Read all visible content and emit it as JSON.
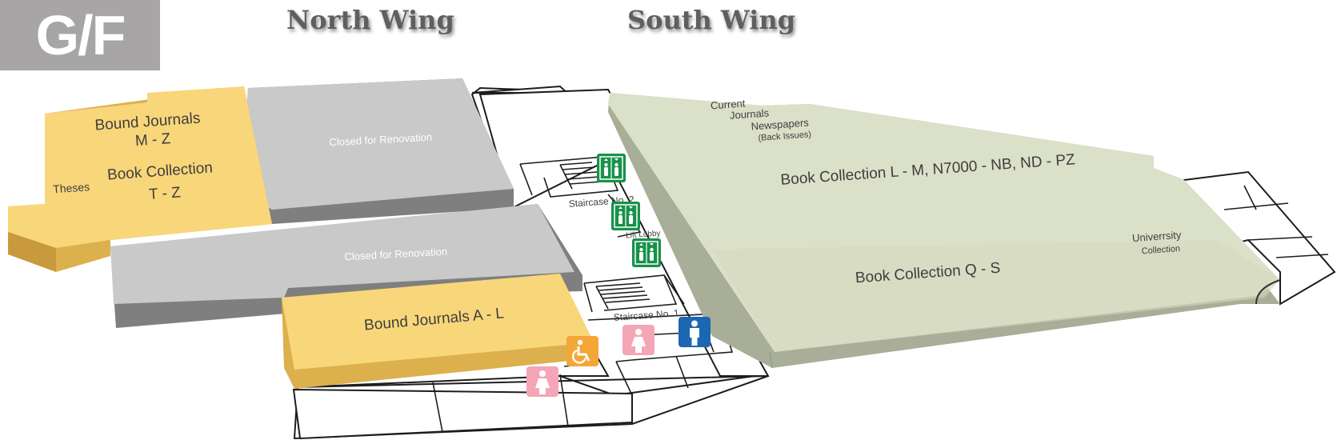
{
  "floor": "G/F",
  "wings": {
    "north": "North Wing",
    "south": "South Wing"
  },
  "areas": {
    "bound_journals_mz": [
      "Bound Journals",
      "M - Z"
    ],
    "theses": "Theses",
    "book_collection_tz": [
      "Book Collection",
      "T - Z"
    ],
    "closed_upper": "Closed for Renovation",
    "closed_lower": "Closed for Renovation",
    "bound_journals_al": "Bound Journals A - L",
    "current_journals": [
      "Current",
      "Journals"
    ],
    "newspapers": [
      "Newspapers",
      "(Back Issues)"
    ],
    "book_collection_lm": "Book Collection L - M, N7000 - NB, ND - PZ",
    "book_collection_qs": "Book Collection Q - S",
    "university_collection": [
      "Univerrsity",
      "Collection"
    ]
  },
  "labels": {
    "staircase_2": "Staircase No. 2",
    "lift_lobby": "Lift Lobby",
    "staircase_1": "Staircase No. 1"
  },
  "icons": {
    "lift": "lift-icon",
    "female_toilet": "female-toilet-icon",
    "male_toilet": "male-toilet-icon",
    "accessible_toilet": "wheelchair-icon"
  },
  "colors": {
    "journals_yellow": "#f8d67a",
    "journals_side": "#ddb04e",
    "closed_gray": "#c9c9c9",
    "closed_side": "#7f7f7f",
    "south_green": "#dbe0c8",
    "south_side": "#a8ae97",
    "lift_green": "#18924a",
    "female_pink": "#f4a5b6",
    "male_blue": "#1c67b1",
    "accessible_orange": "#f4a637",
    "badge_gray": "#a7a5a5"
  }
}
